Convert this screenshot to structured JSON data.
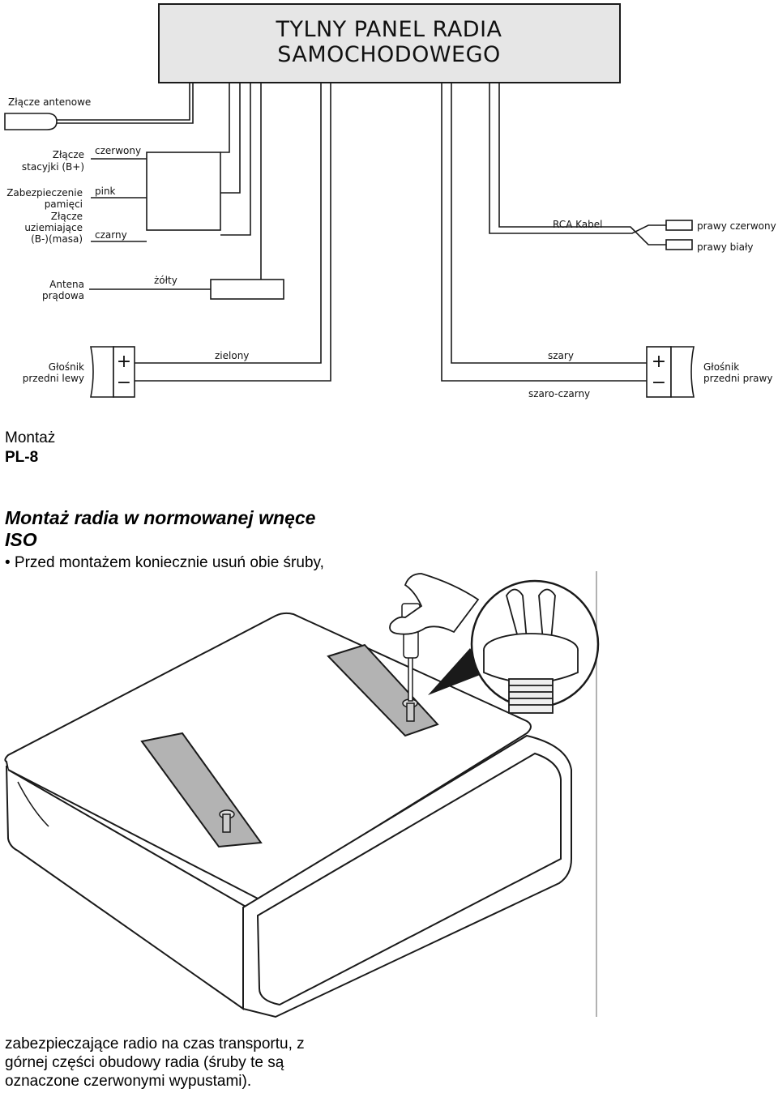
{
  "diagram": {
    "title_line1": "TYLNY PANEL RADIA",
    "title_line2": "SAMOCHODOWEGO",
    "labels": {
      "antenna_connector": "Złącze antenowe",
      "ignition_line1": "Złącze",
      "ignition_line2": "stacyjki (B+)",
      "red": "czerwony",
      "memory_line1": "Zabezpieczenie",
      "memory_line2": "pamięci",
      "pink": "pink",
      "ground_line1": "Złącze",
      "ground_line2": "uziemiające",
      "ground_line3": "(B-)(masa)",
      "black": "czarny",
      "power_antenna_line1": "Antena",
      "power_antenna_line2": "prądowa",
      "yellow": "żółty",
      "rca_cable": "RCA Kabel",
      "right_red": "prawy czerwony",
      "right_white": "prawy biały",
      "speaker_left_line1": "Głośnik",
      "speaker_left_line2": "przedni lewy",
      "green": "zielony",
      "grey": "szary",
      "grey_black": "szaro-czarny",
      "speaker_right_line1": "Głośnik",
      "speaker_right_line2": "przedni prawy",
      "plus": "+",
      "minus": "−"
    }
  },
  "page": {
    "section": "Montaż",
    "code": "PL-8",
    "heading_line1": "Montaż radia w normowanej wnęce",
    "heading_line2": "ISO",
    "bullet": "• Przed montażem koniecznie usuń obie śruby,",
    "para_line1": "zabezpieczające radio na czas transportu, z",
    "para_line2": "górnej części obudowy radia (śruby te są",
    "para_line3": "oznaczone czerwonymi wypustami)."
  },
  "colors": {
    "line": "#1a1a1a",
    "panel_fill": "#e6e6e6",
    "strip_fill": "#b3b3b3"
  }
}
